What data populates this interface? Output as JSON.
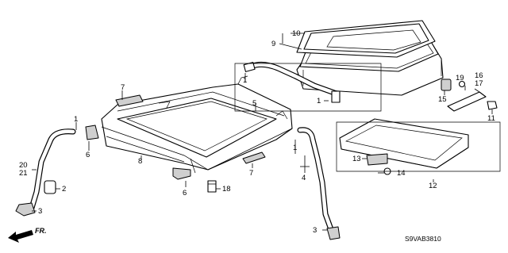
{
  "callouts": {
    "c1a": "1",
    "c1b": "1",
    "c1c": "1",
    "c1d": "1",
    "c2": "2",
    "c3a": "3",
    "c3b": "3",
    "c4": "4",
    "c5": "5",
    "c6a": "6",
    "c6b": "6",
    "c7a": "7",
    "c7b": "7",
    "c8": "8",
    "c9": "9",
    "c10": "10",
    "c11": "11",
    "c12": "12",
    "c13": "13",
    "c14": "14",
    "c15": "15",
    "c16": "16",
    "c17": "17",
    "c18": "18",
    "c19": "19",
    "c20": "20",
    "c21": "21"
  },
  "direction_label": "FR.",
  "diagram_code": "S9VAB3810"
}
